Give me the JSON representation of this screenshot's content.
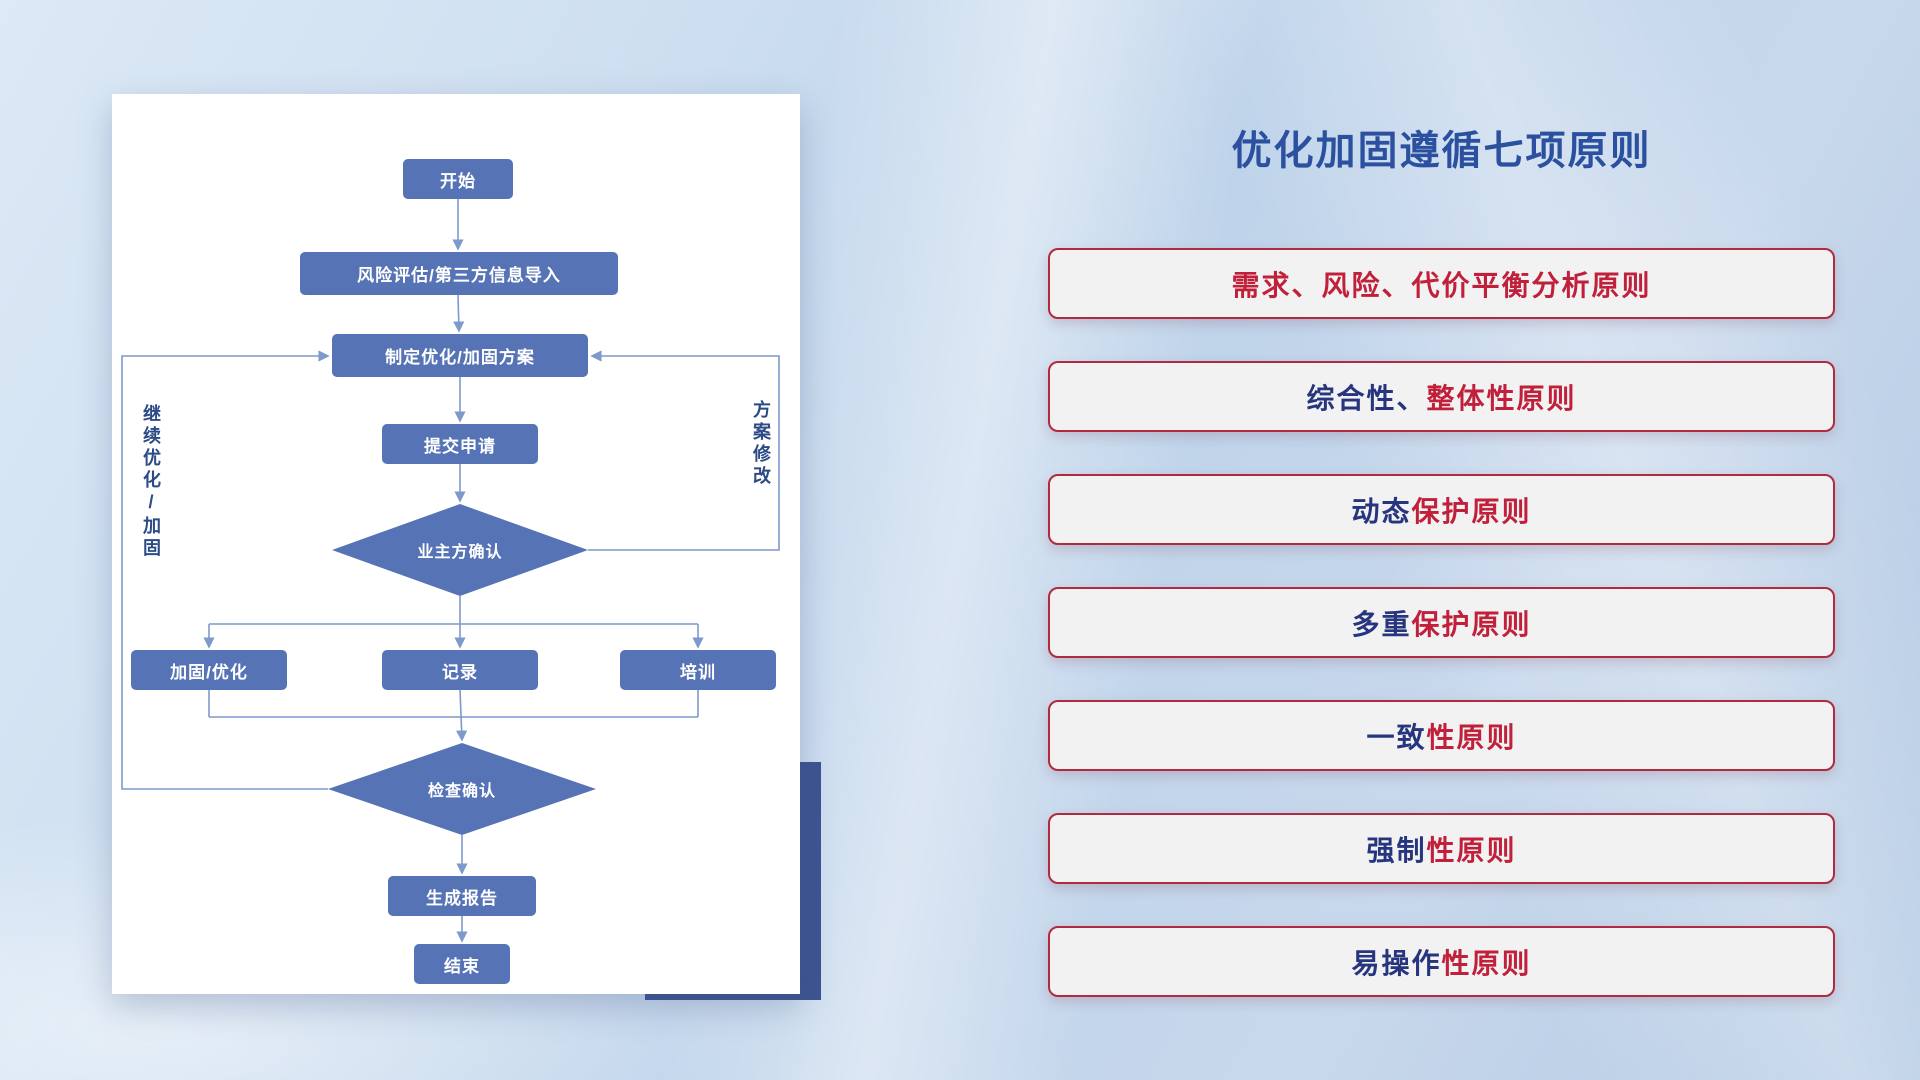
{
  "colors": {
    "title_blue": "#2b50a0",
    "principle_border": "#b02a40",
    "principle_bg": "#f2f2f3",
    "principle_text_blue": "#27357e",
    "principle_text_red": "#c1203b",
    "node_fill": "#5673b5",
    "connector": "#7e99cc",
    "shadow_rect": "#3d5491"
  },
  "flowchart": {
    "nodes": {
      "start": "开始",
      "risk_import": "风险评估/第三方信息导入",
      "make_plan": "制定优化/加固方案",
      "submit": "提交申请",
      "owner_confirm": "业主方确认",
      "harden_optimize": "加固/优化",
      "record": "记录",
      "training": "培训",
      "check_confirm": "检查确认",
      "report": "生成报告",
      "end": "结束"
    },
    "labels": {
      "continue_loop": "继续优化/加固",
      "modify_loop": "方案修改"
    }
  },
  "panel": {
    "title": "优化加固遵循七项原则",
    "principles": [
      {
        "parts": [
          {
            "t": "需求、风险、代价平衡分析原则",
            "c": "red"
          }
        ]
      },
      {
        "parts": [
          {
            "t": "综合性、",
            "c": "blue"
          },
          {
            "t": "整体性原则",
            "c": "red"
          }
        ]
      },
      {
        "parts": [
          {
            "t": "动态",
            "c": "blue"
          },
          {
            "t": "保护原则",
            "c": "red"
          }
        ]
      },
      {
        "parts": [
          {
            "t": "多重",
            "c": "blue"
          },
          {
            "t": "保护原则",
            "c": "red"
          }
        ]
      },
      {
        "parts": [
          {
            "t": "一致",
            "c": "blue"
          },
          {
            "t": "性原则",
            "c": "red"
          }
        ]
      },
      {
        "parts": [
          {
            "t": "强制",
            "c": "blue"
          },
          {
            "t": "性原则",
            "c": "red"
          }
        ]
      },
      {
        "parts": [
          {
            "t": "易操作",
            "c": "blue"
          },
          {
            "t": "性原则",
            "c": "red"
          }
        ]
      }
    ]
  }
}
